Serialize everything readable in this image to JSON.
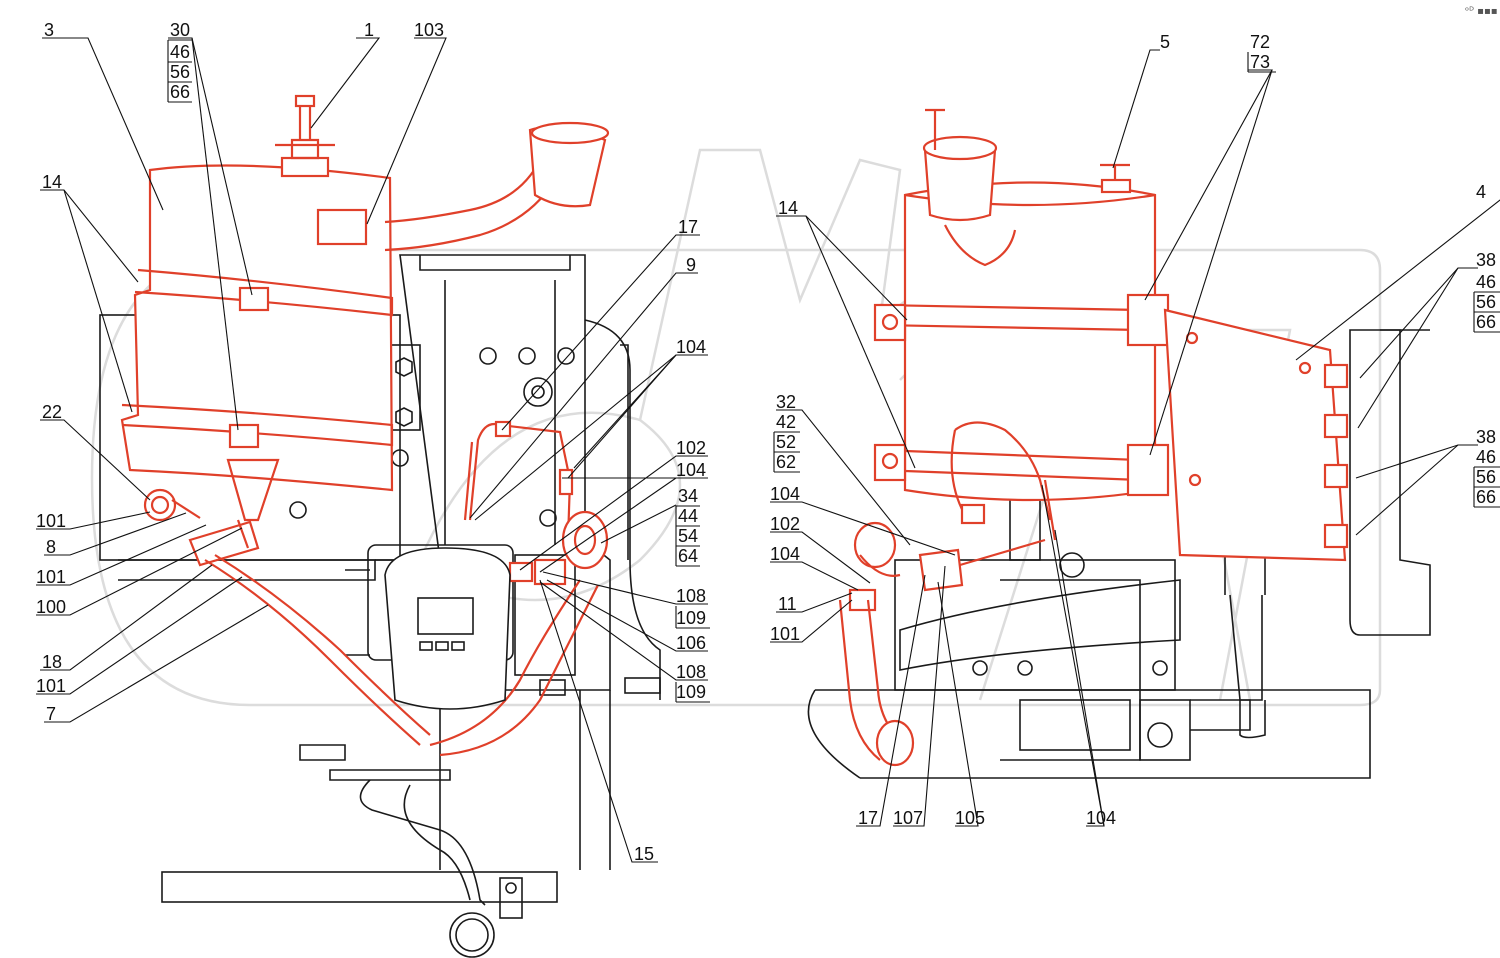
{
  "colors": {
    "highlight": "#e0402a",
    "outline": "#1a1a1a",
    "watermark": "#dcdcdc",
    "background": "#ffffff"
  },
  "corner_mark": "ᵒᴰ ▪▪▪",
  "callouts_left": {
    "c3": "3",
    "c30": "30",
    "c46": "46",
    "c56": "56",
    "c66": "66",
    "c1": "1",
    "c103": "103",
    "c14": "14",
    "c22": "22",
    "c101a": "101",
    "c8": "8",
    "c101b": "101",
    "c100": "100",
    "c18": "18",
    "c101c": "101",
    "c7": "7",
    "c17": "17",
    "c9": "9",
    "c104a": "104",
    "c102": "102",
    "c104b": "104",
    "c34": "34",
    "c44": "44",
    "c54": "54",
    "c64": "64",
    "c108a": "108",
    "c109a": "109",
    "c106": "106",
    "c108b": "108",
    "c109b": "109",
    "c15": "15"
  },
  "callouts_right": {
    "c5": "5",
    "c72": "72",
    "c73": "73",
    "c14": "14",
    "c4": "4",
    "c38a": "38",
    "c46a": "46",
    "c56a": "56",
    "c66a": "66",
    "c38b": "38",
    "c46b": "46",
    "c56b": "56",
    "c66b": "66",
    "c32": "32",
    "c42": "42",
    "c52": "52",
    "c62": "62",
    "c104a": "104",
    "c102": "102",
    "c104b": "104",
    "c11": "11",
    "c101": "101",
    "c17": "17",
    "c107": "107",
    "c105": "105",
    "c104c": "104"
  }
}
